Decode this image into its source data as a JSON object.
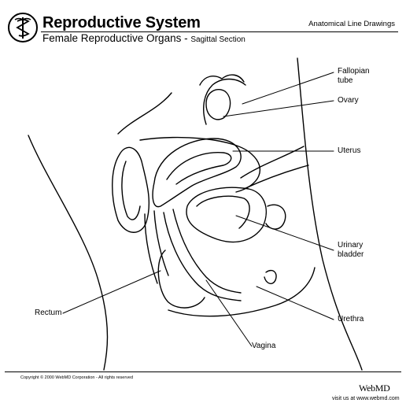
{
  "header": {
    "title": "Reproductive System",
    "subtitle": "Female Reproductive Organs",
    "subtitle_dash": " - ",
    "subtitle_section": "Sagittal Section",
    "series": "Anatomical Line Drawings"
  },
  "labels": {
    "fallopian_line1": "Fallopian",
    "fallopian_line2": "tube",
    "ovary": "Ovary",
    "uterus": "Uterus",
    "bladder_line1": "Urinary",
    "bladder_line2": "bladder",
    "urethra": "Urethra",
    "vagina": "Vagina",
    "rectum": "Rectum"
  },
  "footer": {
    "copyright": "Copyright © 2000 WebMD Corporation - All rights reserved",
    "brand": "WebMD",
    "visit": "visit us at www.webmd.com"
  },
  "icons": {
    "logo": "caduceus-icon"
  }
}
